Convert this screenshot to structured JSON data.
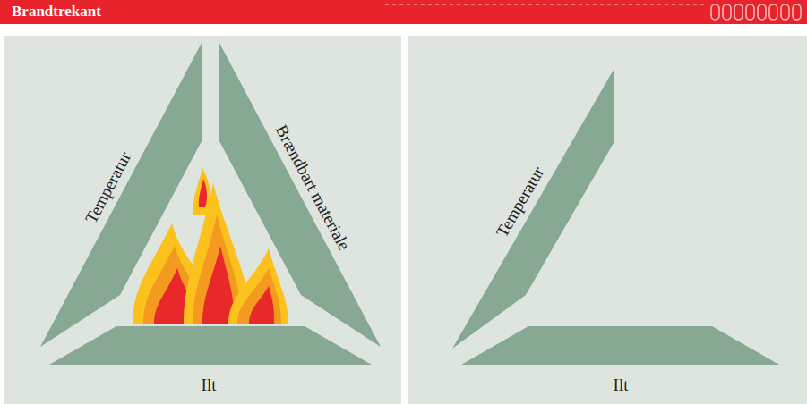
{
  "diagram": {
    "title": "Brandtrekant",
    "nodes": [
      {
        "text": [
          "Temperatur"
        ]
      },
      {
        "text": [
          "Brændbart materiale"
        ]
      },
      {
        "text": [
          "Ilt"
        ]
      },
      {
        "text": [
          "Temperatur"
        ]
      },
      {
        "text": [
          "Ilt"
        ]
      }
    ]
  }
}
